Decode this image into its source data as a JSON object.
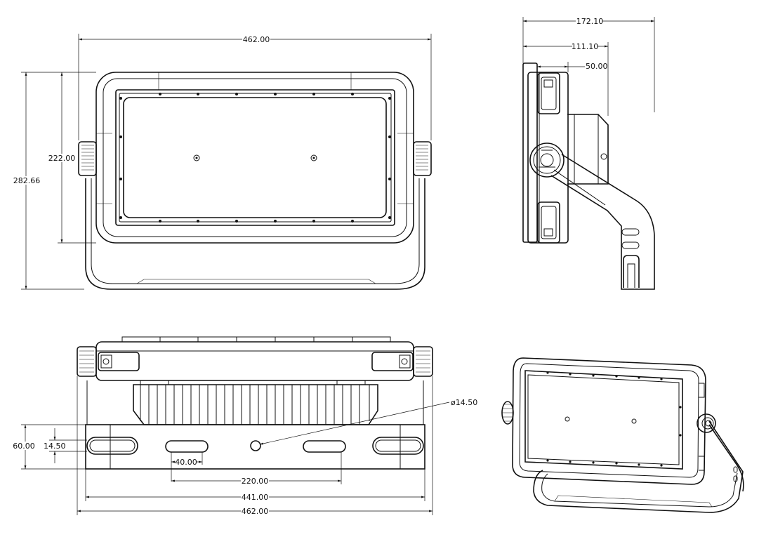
{
  "dimensions": {
    "front_width": "462.00",
    "front_height_total": "282.66",
    "front_height_body": "222.00",
    "side_depth_total": "172.10",
    "side_depth_body": "111.10",
    "side_depth_front": "50.00",
    "bracket_hole_diameter": "ø14.50",
    "bracket_height": "60.00",
    "bracket_slot_offset": "14.50",
    "slot_length": "40.00",
    "slot_spacing": "220.00",
    "bracket_width": "441.00",
    "bottom_total_width": "462.00"
  },
  "views": [
    "front",
    "side",
    "bottom",
    "isometric"
  ]
}
